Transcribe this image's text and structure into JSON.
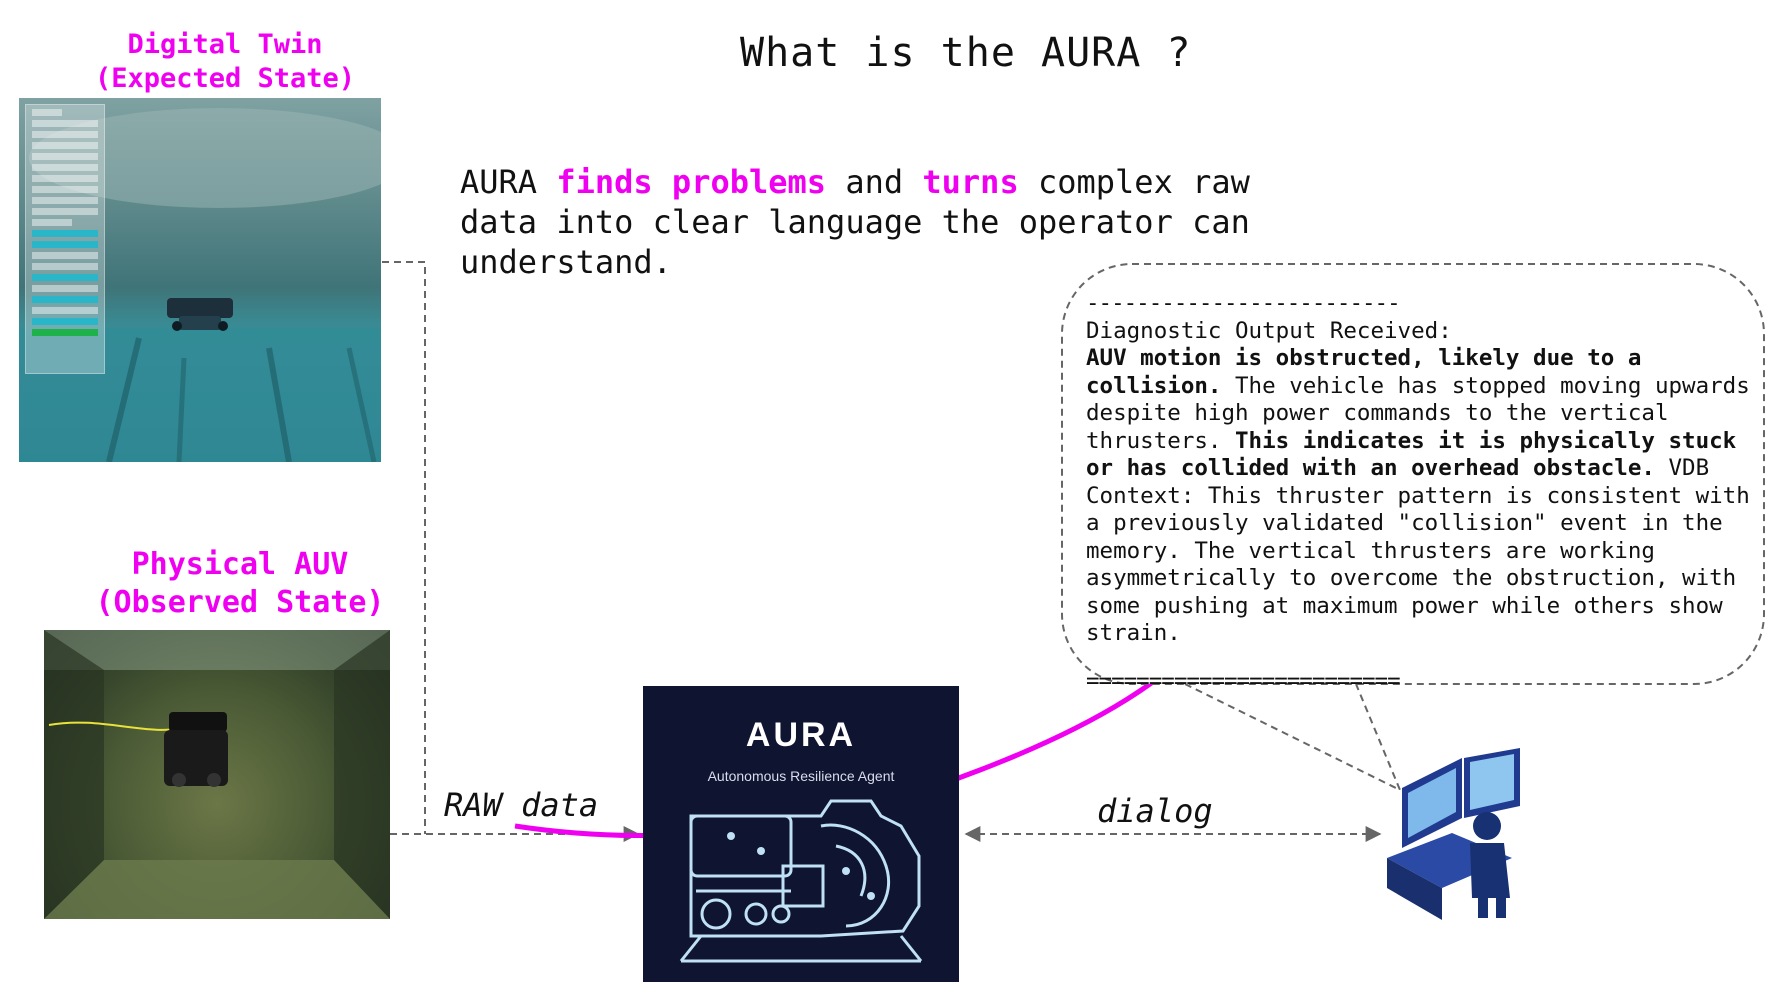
{
  "title": "What is the AURA ?",
  "digital_twin": {
    "label_line1": "Digital Twin",
    "label_line2": "(Expected State)"
  },
  "physical_auv": {
    "label_line1": "Physical AUV",
    "label_line2": "(Observed State)"
  },
  "intro": {
    "part1": "AURA ",
    "highlight1": "finds problems",
    "part2": " and ",
    "highlight2": "turns",
    "part3": " complex raw data into clear language the operator can understand."
  },
  "aura_box": {
    "title": "AURA",
    "subtitle": "Autonomous Resilience Agent"
  },
  "edges": {
    "raw_data": "RAW data",
    "dialog": "dialog"
  },
  "diagnostic": {
    "rule_top": "-------------------------",
    "header": "Diagnostic Output Received:",
    "bold1": "AUV motion is obstructed, likely due to a collision.",
    "text1": " The vehicle has stopped moving upwards despite high power commands to the vertical thrusters. ",
    "bold2": "This indicates it is physically stuck or has collided with an overhead obstacle.",
    "text2": " VDB Context: This thruster pattern is consistent with a previously validated \"collision\" event in the memory. The vertical thrusters are working asymmetrically to overcome the obstruction, with some pushing at maximum power while others show strain.",
    "rule_bottom": "========================="
  },
  "colors": {
    "highlight": "#f000f0",
    "aura_bg": "#0f1430",
    "operator": "#1f3a8f"
  }
}
